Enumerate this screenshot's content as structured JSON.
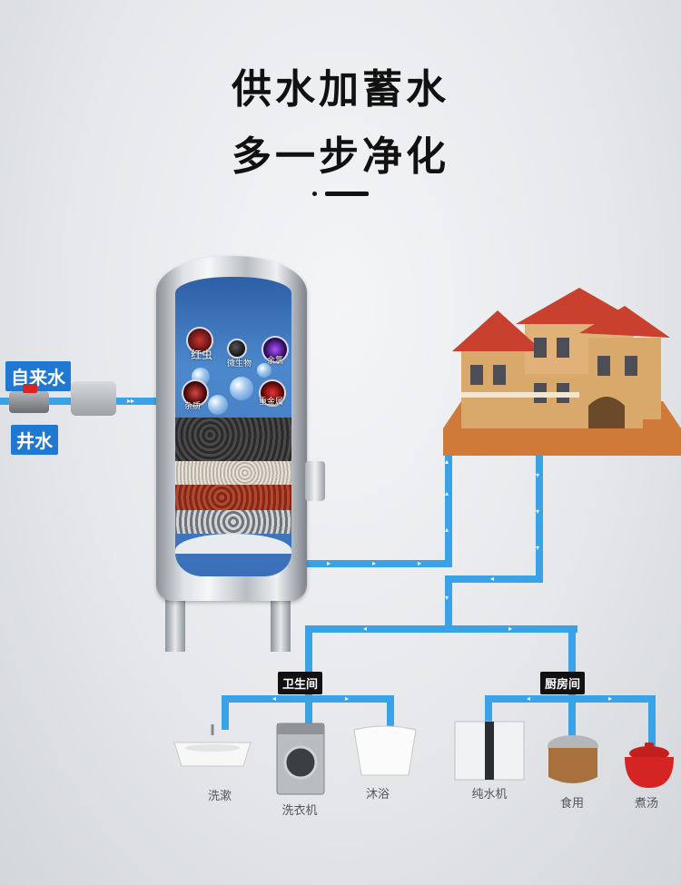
{
  "title": {
    "line1": "供水加蓄水",
    "line2": "多一步净化"
  },
  "inlets": {
    "tap_water": "自来水",
    "well_water": "井水"
  },
  "contaminants": [
    "红虫",
    "微生物",
    "余氯",
    "杂质",
    "重金属"
  ],
  "nodes": {
    "bathroom": "卫生间",
    "kitchen": "厨房间"
  },
  "appliances": {
    "wash_basin": "洗漱",
    "washing_machine": "洗衣机",
    "bathtub": "沐浴",
    "purifier": "纯水机",
    "rice_cooker": "食用",
    "soup_pot": "煮汤"
  },
  "colors": {
    "pipe": "#3aa3e8",
    "label_blue": "#1f78d1",
    "label_dark": "#111111",
    "accent_red": "#d22222"
  }
}
